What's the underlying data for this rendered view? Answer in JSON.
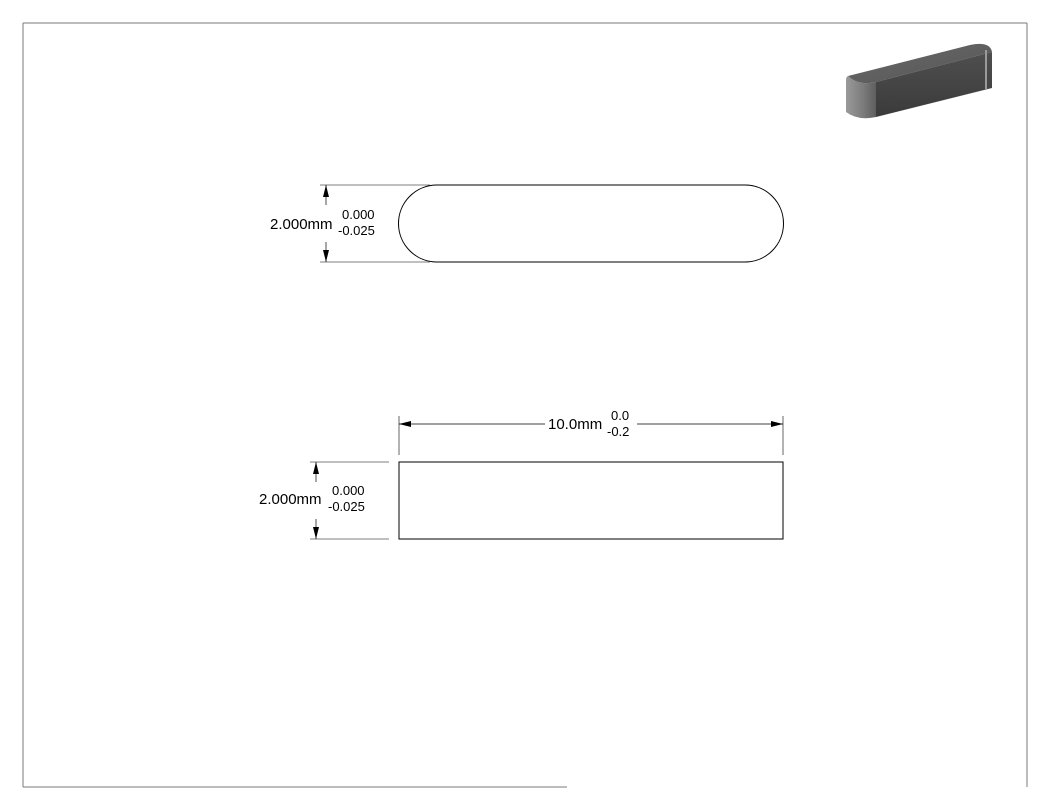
{
  "drawing": {
    "top_view": {
      "height_dim": {
        "nominal": "2.000mm",
        "upper_tol": "0.000",
        "lower_tol": "-0.025"
      }
    },
    "front_view": {
      "length_dim": {
        "nominal": "10.0mm",
        "upper_tol": "0.0",
        "lower_tol": "-0.2"
      },
      "height_dim": {
        "nominal": "2.000mm",
        "upper_tol": "0.000",
        "lower_tol": "-0.025"
      }
    },
    "iso_view": {
      "icon": "key-3d-render-icon"
    },
    "colors": {
      "line": "#000000",
      "frame": "#7a7a7a",
      "render_dark": "#4a4a4a",
      "render_light": "#8c8c8c"
    }
  }
}
